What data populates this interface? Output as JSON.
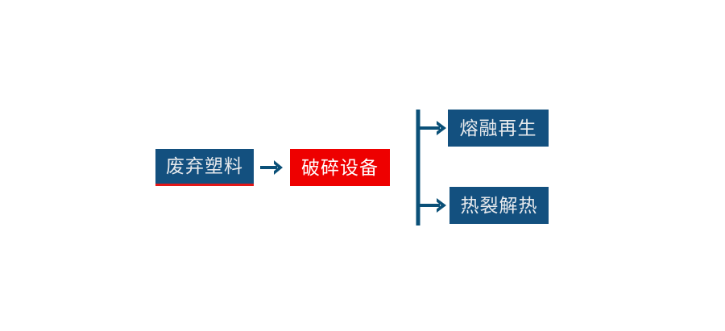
{
  "diagram": {
    "type": "process-flow",
    "orientation": "left-to-right",
    "background_color": "#ffffff",
    "colors": {
      "primary_blue": "#13507f",
      "accent_red": "#ee0000",
      "underline_red": "#e31717",
      "connector_blue": "#0a5078",
      "label_text": "#e8eaed"
    },
    "nodes": [
      {
        "id": "input",
        "label": "废弃塑料",
        "role": "input-material",
        "fill": "#13507f",
        "text_color": "#e8eaed",
        "underline_color": "#e31717"
      },
      {
        "id": "process",
        "label": "破碎设备",
        "role": "equipment",
        "fill": "#ee0000",
        "text_color": "#ffffff"
      },
      {
        "id": "output-top",
        "label": "熔融再生",
        "role": "output-path",
        "fill": "#13507f",
        "text_color": "#e8eaed"
      },
      {
        "id": "output-bottom",
        "label": "热裂解热",
        "role": "output-path",
        "fill": "#13507f",
        "text_color": "#e8eaed"
      }
    ],
    "connectors": [
      {
        "id": "main-arrow",
        "from": "input",
        "to": "process",
        "style": "single-arrow-right",
        "color": "#0a5078"
      },
      {
        "id": "branch",
        "from": "process",
        "to": [
          "output-top",
          "output-bottom"
        ],
        "style": "vertical-bus-two-arrows",
        "color": "#0a5078"
      }
    ]
  }
}
